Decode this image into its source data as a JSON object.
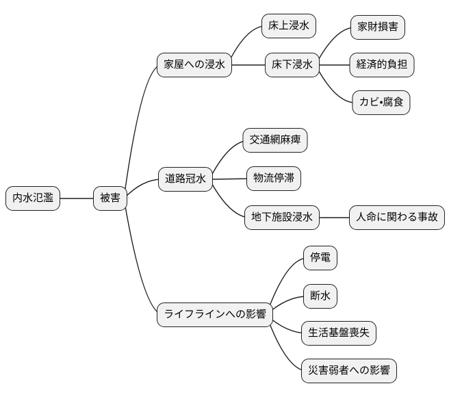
{
  "mindmap": {
    "root": {
      "label": "内水氾濫"
    },
    "hub": {
      "label": "被害"
    },
    "branches": [
      {
        "label": "家屋への浸水",
        "children": [
          {
            "label": "床上浸水",
            "children": []
          },
          {
            "label": "床下浸水",
            "children": [
              {
                "label": "家財損害"
              },
              {
                "label": "経済的負担"
              },
              {
                "label": "カビ・腐食"
              }
            ]
          }
        ]
      },
      {
        "label": "道路冠水",
        "children": [
          {
            "label": "交通網麻痺"
          },
          {
            "label": "物流停滞"
          },
          {
            "label": "地下施設浸水",
            "children": [
              {
                "label": "人命に関わる事故"
              }
            ]
          }
        ]
      },
      {
        "label": "ライフラインへの影響",
        "children": [
          {
            "label": "停電"
          },
          {
            "label": "断水"
          },
          {
            "label": "生活基盤喪失"
          },
          {
            "label": "災害弱者への影響"
          }
        ]
      }
    ],
    "style": {
      "node_fill": "#f1f1f1",
      "node_border": "#1f1f1f",
      "edge_color": "#1f1f1f",
      "background": "#ffffff",
      "text_color": "#000000"
    }
  }
}
